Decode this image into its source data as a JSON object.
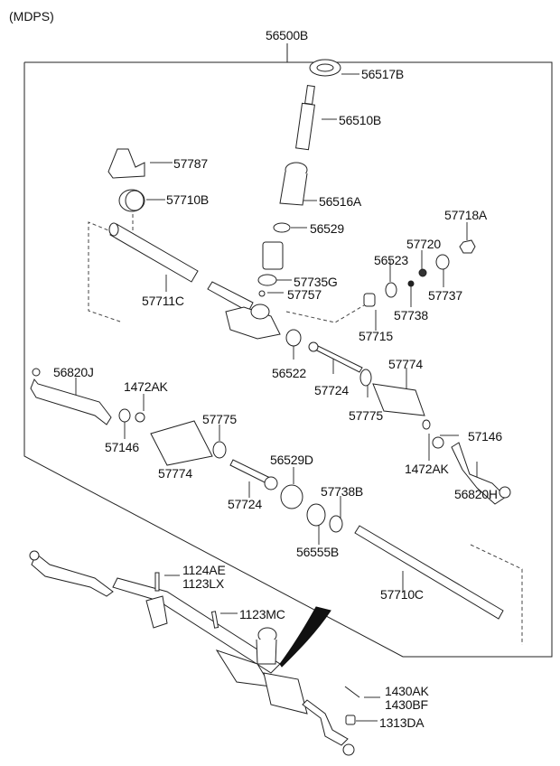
{
  "diagram": {
    "title": "(MDPS)",
    "assembly_number": "56500B",
    "parts": {
      "p56517B": "56517B",
      "p56510B": "56510B",
      "p57787": "57787",
      "p56516A": "56516A",
      "p57710B": "57710B",
      "p57718A": "57718A",
      "p56529": "56529",
      "p57720": "57720",
      "p56523": "56523",
      "p57735G": "57735G",
      "p57737": "57737",
      "p57711C": "57711C",
      "p57757": "57757",
      "p57738": "57738",
      "p57715": "57715",
      "p56522": "56522",
      "p56820J": "56820J",
      "p57774_r": "57774",
      "p1472AK_l": "1472AK",
      "p57724_r": "57724",
      "p57775_l": "57775",
      "p57775_r": "57775",
      "p57146_r": "57146",
      "p57146_l": "57146",
      "p57774_l": "57774",
      "p56529D": "56529D",
      "p1472AK_r": "1472AK",
      "p57738B": "57738B",
      "p57724_l": "57724",
      "p56820H": "56820H",
      "p56555B": "56555B",
      "p1124AE": "1124AE",
      "p1123LX": "1123LX",
      "p57710C": "57710C",
      "p1123MC": "1123MC",
      "p1430AK": "1430AK",
      "p1430BF": "1430BF",
      "p1313DA": "1313DA"
    }
  }
}
